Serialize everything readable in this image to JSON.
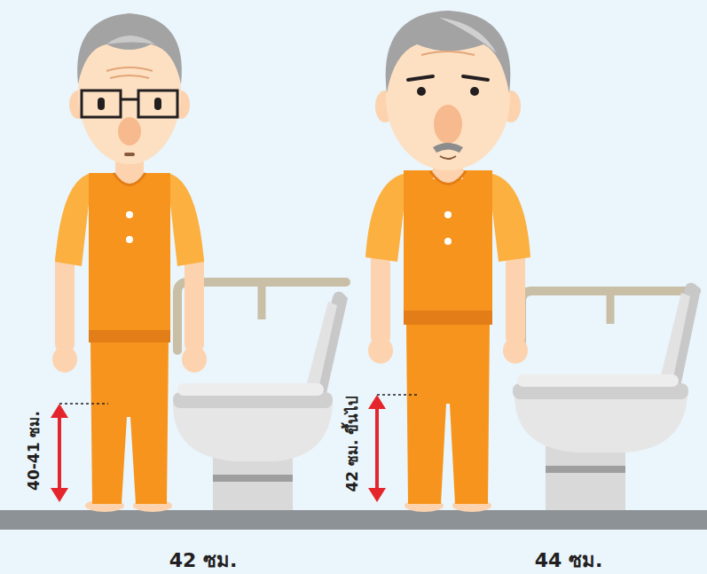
{
  "diagram": {
    "labels": [
      "40-41 ซม.",
      "42 ซม. ขึ้นไป",
      "42 ซม.",
      "44 ซม."
    ]
  }
}
